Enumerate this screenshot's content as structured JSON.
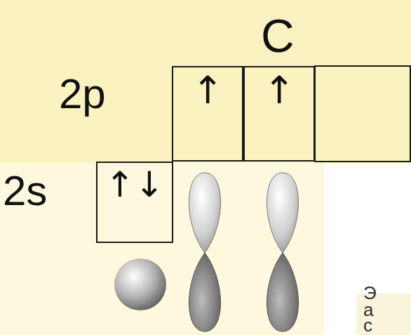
{
  "diagram": {
    "nodes": [
      {
        "text": [
          "↑"
        ]
      },
      {
        "text": [
          "↑"
        ]
      },
      {
        "text": [
          "↑↓"
        ]
      }
    ],
    "labels": [
      "C",
      "2p",
      "2s",
      "Э",
      "а",
      "с"
    ]
  }
}
